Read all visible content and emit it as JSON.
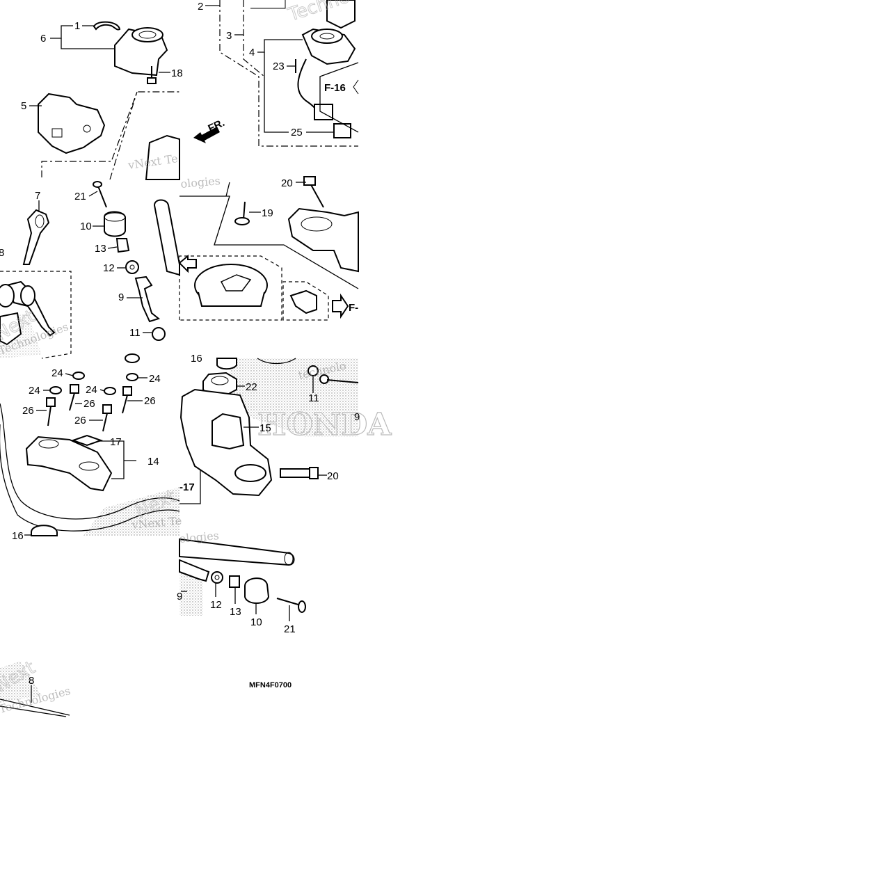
{
  "diagram_code": "MFN4F0700",
  "watermark_text": "vNext Technologies",
  "watermark_fragments": [
    "Techno",
    "vNext Te",
    "ologies",
    "Next",
    "Technologies",
    "technolo",
    "vNext Te",
    "ologies"
  ],
  "brand_text": "HONDA",
  "direction_label": "FR.",
  "refs": [
    "F-16",
    "F-",
    "-17"
  ],
  "callouts": {
    "c1": "1",
    "c6": "6",
    "c18": "18",
    "c5": "5",
    "c2": "2",
    "c3": "3",
    "c4": "4",
    "c23": "23",
    "c25": "25",
    "c7": "7",
    "c8a": "8",
    "c21a": "21",
    "c10a": "10",
    "c13a": "13",
    "c12a": "12",
    "c9a": "9",
    "c11a": "11",
    "c20a": "20",
    "c19": "19",
    "c24a": "24",
    "c24b": "24",
    "c24c": "24",
    "c24d": "24",
    "c26a": "26",
    "c26b": "26",
    "c26c": "26",
    "c26d": "26",
    "c17": "17",
    "c14": "14",
    "c16a": "16",
    "c16b": "16",
    "c22": "22",
    "c11b": "11",
    "c9b": "9",
    "c15": "15",
    "c20b": "20",
    "c9c": "9",
    "c12b": "12",
    "c13b": "13",
    "c10b": "10",
    "c21b": "21",
    "c8b": "8"
  }
}
